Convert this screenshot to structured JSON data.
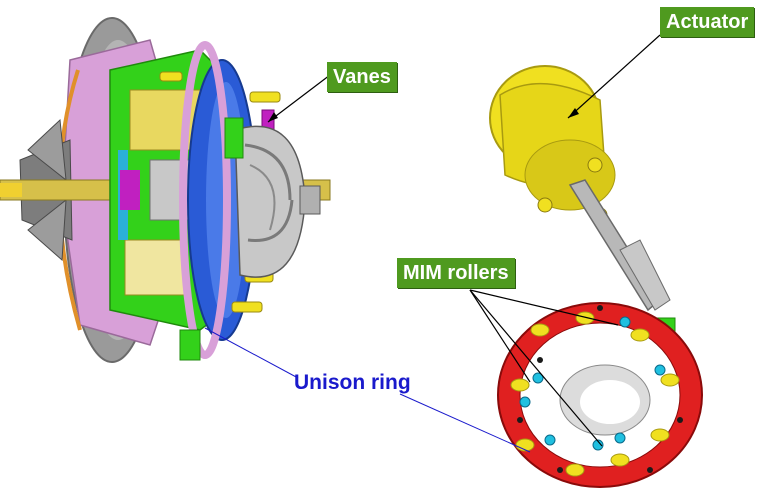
{
  "labels": {
    "actuator": "Actuator",
    "vanes": "Vanes",
    "mim_rollers": "MIM rollers",
    "unison_ring": "Unison ring"
  },
  "colors": {
    "label_box": "#4f9a1f",
    "label_text": "#ffffff",
    "unison_text": "#1a1acc",
    "unison_ring": "#e02020",
    "actuator": "#f0e020",
    "vane_ring": "#2a5bd6",
    "housing_green": "#33d11a",
    "housing_pink": "#d8a0d8",
    "wheel_grey": "#8a8a8a"
  }
}
